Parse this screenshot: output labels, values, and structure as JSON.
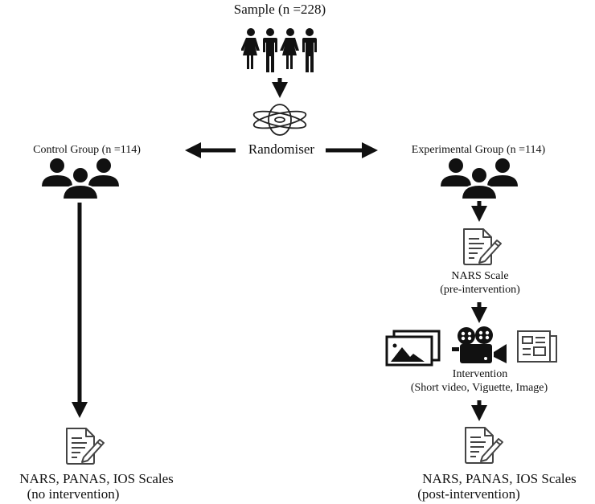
{
  "diagram": {
    "sample": {
      "label": "Sample (n =228)"
    },
    "randomiser": {
      "label": "Randomiser"
    },
    "control_group": {
      "label": "Control Group (n =114)",
      "outcome": {
        "title": "NARS, PANAS, IOS Scales",
        "subtitle": "(no intervention)"
      }
    },
    "experimental_group": {
      "label": "Experimental Group (n =114)",
      "pre_test": {
        "title": "NARS Scale",
        "subtitle": "(pre-intervention)"
      },
      "intervention": {
        "title": "Intervention",
        "subtitle": "(Short video, Viguette, Image)",
        "icons": [
          "image-gallery-icon",
          "movie-camera-icon",
          "newspaper-icon"
        ]
      },
      "outcome": {
        "title": "NARS, PANAS, IOS Scales",
        "subtitle": "(post-intervention)"
      }
    },
    "colors": {
      "ink": "#111111",
      "icon_outline": "#444444",
      "background": "#ffffff"
    }
  }
}
